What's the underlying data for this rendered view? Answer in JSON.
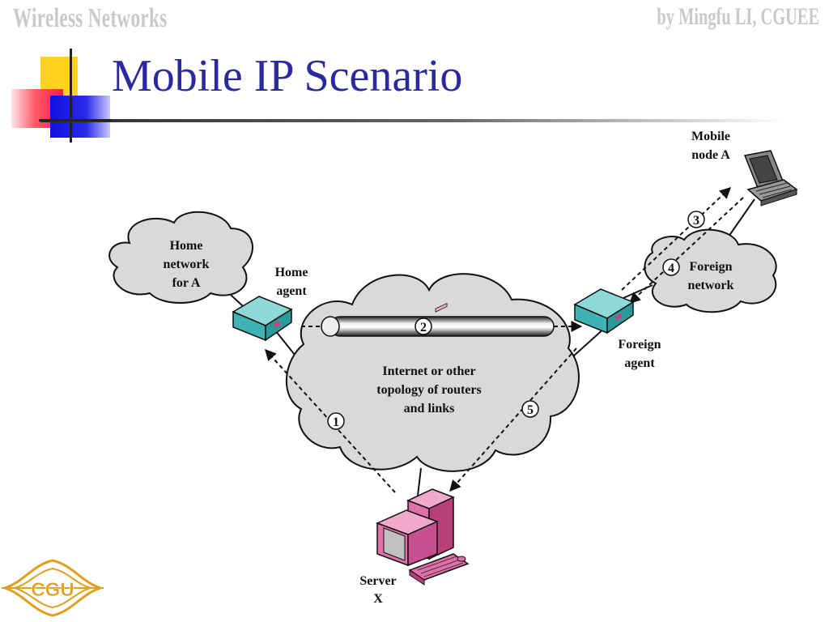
{
  "header": {
    "course": "Wireless Networks",
    "author": "by Mingfu LI, CGUEE"
  },
  "slide": {
    "title": "Mobile IP Scenario"
  },
  "diagram": {
    "home_network": [
      "Home",
      "network",
      "for A"
    ],
    "home_agent": [
      "Home",
      "agent"
    ],
    "internet": [
      "Internet or other",
      "topology of routers",
      "and links"
    ],
    "mobile_node": [
      "Mobile",
      "node A"
    ],
    "foreign_network": [
      "Foreign",
      "network"
    ],
    "foreign_agent": [
      "Foreign",
      "agent"
    ],
    "server": [
      "Server",
      "X"
    ],
    "steps": [
      "1",
      "2",
      "3",
      "4",
      "5"
    ]
  },
  "logo": {
    "text": "CGU",
    "color": "#e0a020"
  },
  "colors": {
    "title": "#2a2a9e",
    "header": "#c9c9c9",
    "router": "#3fb3b3",
    "server": "#d15a9a",
    "cloud_fill": "#d9d9d9"
  }
}
